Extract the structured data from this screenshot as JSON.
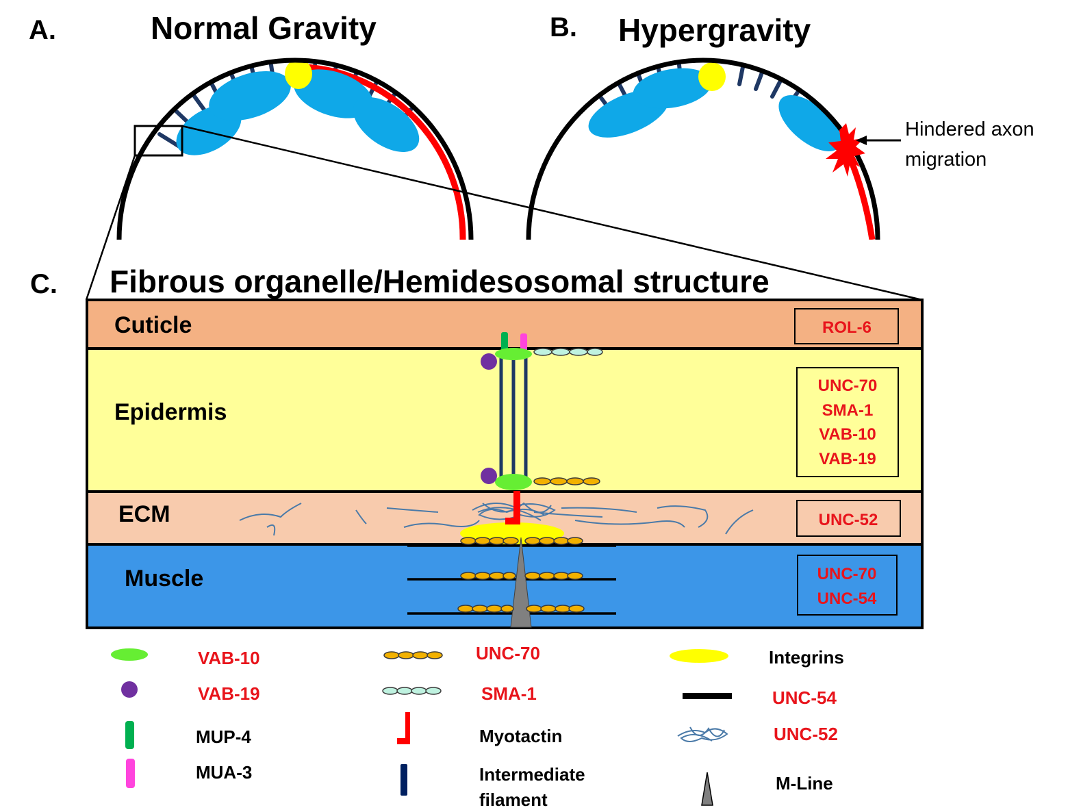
{
  "panels": {
    "a": {
      "letter": "A.",
      "title": "Normal Gravity"
    },
    "b": {
      "letter": "B.",
      "title": "Hypergravity",
      "annotation_line1": "Hindered axon",
      "annotation_line2": "migration"
    },
    "c": {
      "letter": "C.",
      "title": "Fibrous organelle/Hemidesosomal structure"
    }
  },
  "layers": {
    "cuticle": {
      "label": "Cuticle",
      "proteins": [
        "ROL-6"
      ],
      "color": "#f4b183"
    },
    "epidermis": {
      "label": "Epidermis",
      "proteins": [
        "UNC-70",
        "SMA-1",
        "VAB-10",
        "VAB-19"
      ],
      "color": "#ffff99"
    },
    "ecm": {
      "label": "ECM",
      "proteins": [
        "UNC-52"
      ],
      "color": "#f8cbad"
    },
    "muscle": {
      "label": "Muscle",
      "proteins": [
        "UNC-70",
        "UNC-54"
      ],
      "color": "#3c96e8"
    }
  },
  "legend": {
    "col1": [
      {
        "label": "VAB-10",
        "icon": "green-ellipse-icon",
        "color": "#66ee33"
      },
      {
        "label": "VAB-19",
        "icon": "purple-circle-icon",
        "color": "#7030a0"
      },
      {
        "label": "MUP-4",
        "icon": "green-bar-icon",
        "color": "#00b050"
      },
      {
        "label": "MUA-3",
        "icon": "pink-bar-icon",
        "color": "#ff44dd"
      }
    ],
    "col2": [
      {
        "label": "UNC-70",
        "icon": "orange-bead-chain-icon",
        "color": "#f2b100"
      },
      {
        "label": "SMA-1",
        "icon": "teal-bead-chain-icon",
        "color": "#bff2e0"
      },
      {
        "label": "Myotactin",
        "icon": "red-l-shape-icon",
        "color": "#ff0000"
      },
      {
        "label_line1": "Intermediate",
        "label_line2": "filament",
        "icon": "navy-bar-icon",
        "color": "#002060"
      }
    ],
    "col3": [
      {
        "label": "Integrins",
        "icon": "yellow-ellipse-icon",
        "color": "#ffff00"
      },
      {
        "label": "UNC-54",
        "icon": "black-line-icon",
        "color": "#000000"
      },
      {
        "label": "UNC-52",
        "icon": "tangle-icon",
        "color": "#4a7aa8"
      },
      {
        "label": "M-Line",
        "icon": "grey-triangle-icon",
        "color": "#808080"
      }
    ]
  },
  "colors": {
    "muscle_cell": "#0fa8e8",
    "integrin": "#ffff00",
    "axon": "#ff0000",
    "filament": "#1f3864",
    "text_red": "#e8141b"
  }
}
